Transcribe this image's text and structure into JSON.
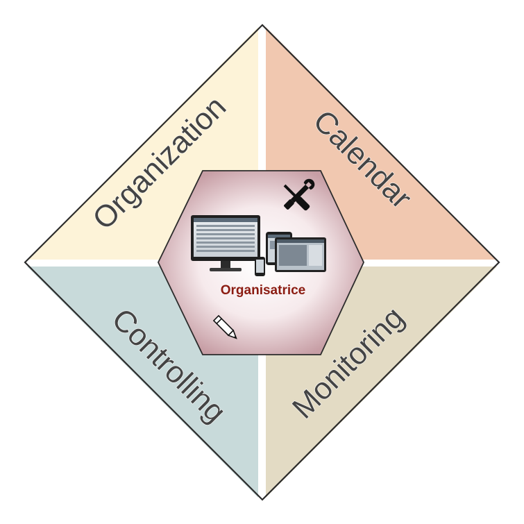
{
  "diagram": {
    "center": {
      "title": "Organisatrice",
      "title_color": "#8b1c12",
      "icons": [
        "tools-icon",
        "devices-icon",
        "pencil-icon"
      ]
    },
    "quadrants": [
      {
        "id": "top-left",
        "label": "Organization",
        "color": "#fdf3d8"
      },
      {
        "id": "top-right",
        "label": "Calendar",
        "color": "#f1c8b0"
      },
      {
        "id": "bottom-left",
        "label": "Controlling",
        "color": "#c8dada"
      },
      {
        "id": "bottom-right",
        "label": "Monitoring",
        "color": "#e3dbc4"
      }
    ],
    "outline_color": "#2b2b2b"
  }
}
